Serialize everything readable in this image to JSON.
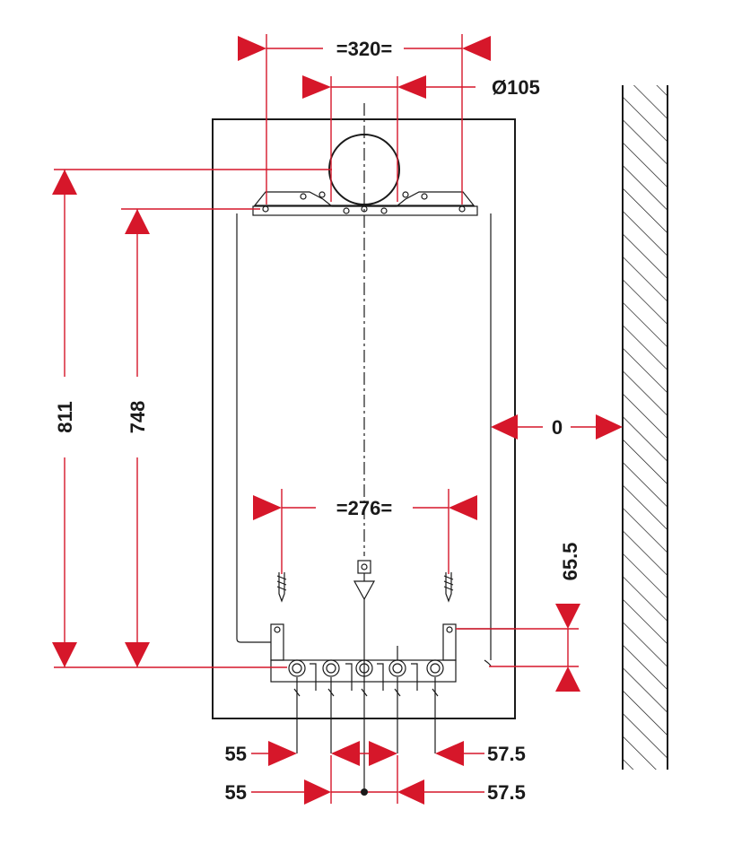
{
  "diagram": {
    "dimensions": {
      "flue_spacing": "=320=",
      "flue_diameter": "Ø105",
      "total_height": "811",
      "bracket_height": "748",
      "wall_clearance": "0",
      "fixing_spacing": "=276=",
      "bottom_offset": "65.5",
      "pipe_left_upper": "55",
      "pipe_right_upper": "57.5",
      "pipe_left_lower": "55",
      "pipe_right_lower": "57.5"
    },
    "colors": {
      "dimension_red": "#d6172a",
      "outline": "#1a1a1a"
    },
    "icons": {
      "wall": "hatched-wall",
      "fixings": "wall-plug-icon",
      "plumb": "plumb-bob-icon"
    }
  }
}
